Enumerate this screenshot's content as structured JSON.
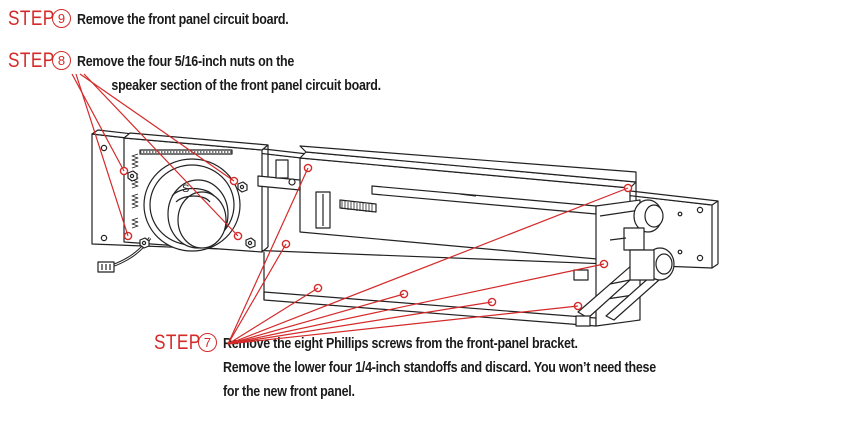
{
  "steps": [
    {
      "word": "STEP",
      "number": "9",
      "lines": [
        "Remove the front panel circuit board."
      ]
    },
    {
      "word": "STEP",
      "number": "8",
      "lines": [
        "Remove the four 5/16-inch nuts on the",
        "speaker section of the front panel circuit board."
      ]
    },
    {
      "word": "STEP",
      "number": "7",
      "lines": [
        "Remove the eight Phillips screws from the front-panel bracket.",
        "Remove the lower four 1/4-inch standoffs and discard. You won’t need these",
        "for the new front panel."
      ]
    }
  ],
  "colors": {
    "accent": "#d42a2a",
    "text": "#1a1a1a",
    "line": "#222222"
  }
}
